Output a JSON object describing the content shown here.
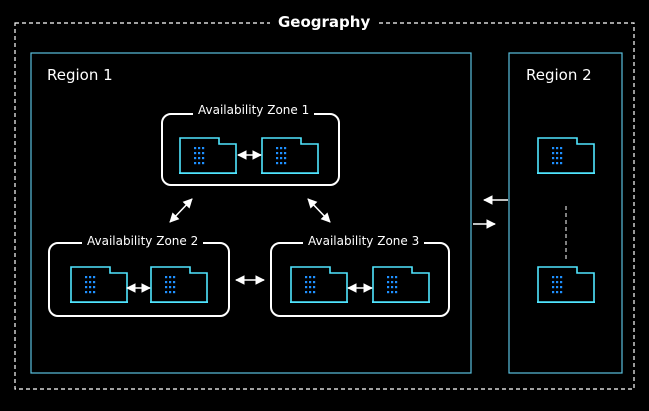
{
  "geography": {
    "label": "Geography"
  },
  "regions": [
    {
      "label": "Region 1"
    },
    {
      "label": "Region 2"
    }
  ],
  "availability_zones": [
    {
      "label": "Availability Zone 1"
    },
    {
      "label": "Availability Zone 2"
    },
    {
      "label": "Availability Zone 3"
    }
  ],
  "colors": {
    "background": "#000000",
    "border": "#ffffff",
    "region_border": "#5bc0de",
    "datacenter": "#50e6ff",
    "datacenter_dots": "#1e90ff",
    "text": "#ffffff"
  },
  "icons": {
    "datacenter": "datacenter-building-icon",
    "connector": "bidirectional-arrow-icon"
  }
}
